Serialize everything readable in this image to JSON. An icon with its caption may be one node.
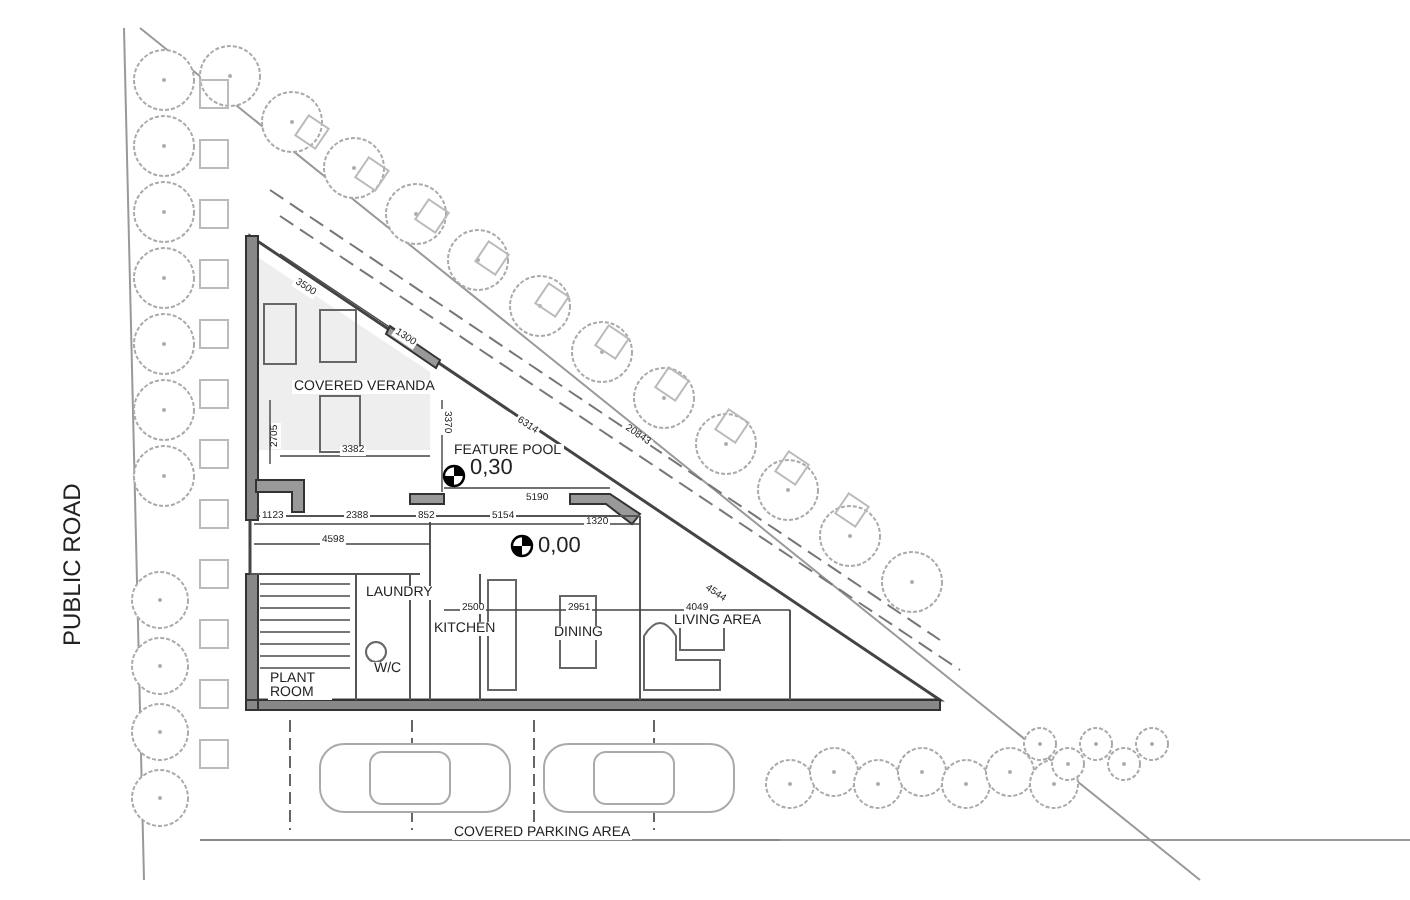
{
  "diagram": {
    "labels": [
      "PUBLIC ROAD",
      "3500",
      "1300",
      "6314",
      "20843",
      "COVERED VERANDA",
      "2705",
      "3382",
      "3370",
      "FEATURE POOL",
      "0,30",
      "5190",
      "1123",
      "2388",
      "852",
      "5154",
      "1320",
      "4598",
      "0,00",
      "LAUNDRY",
      "4544",
      "2500",
      "2951",
      "4049",
      "KITCHEN",
      "DINING",
      "LIVING AREA",
      "W/C",
      "PLANT ROOM",
      "COVERED PARKING AREA"
    ]
  }
}
